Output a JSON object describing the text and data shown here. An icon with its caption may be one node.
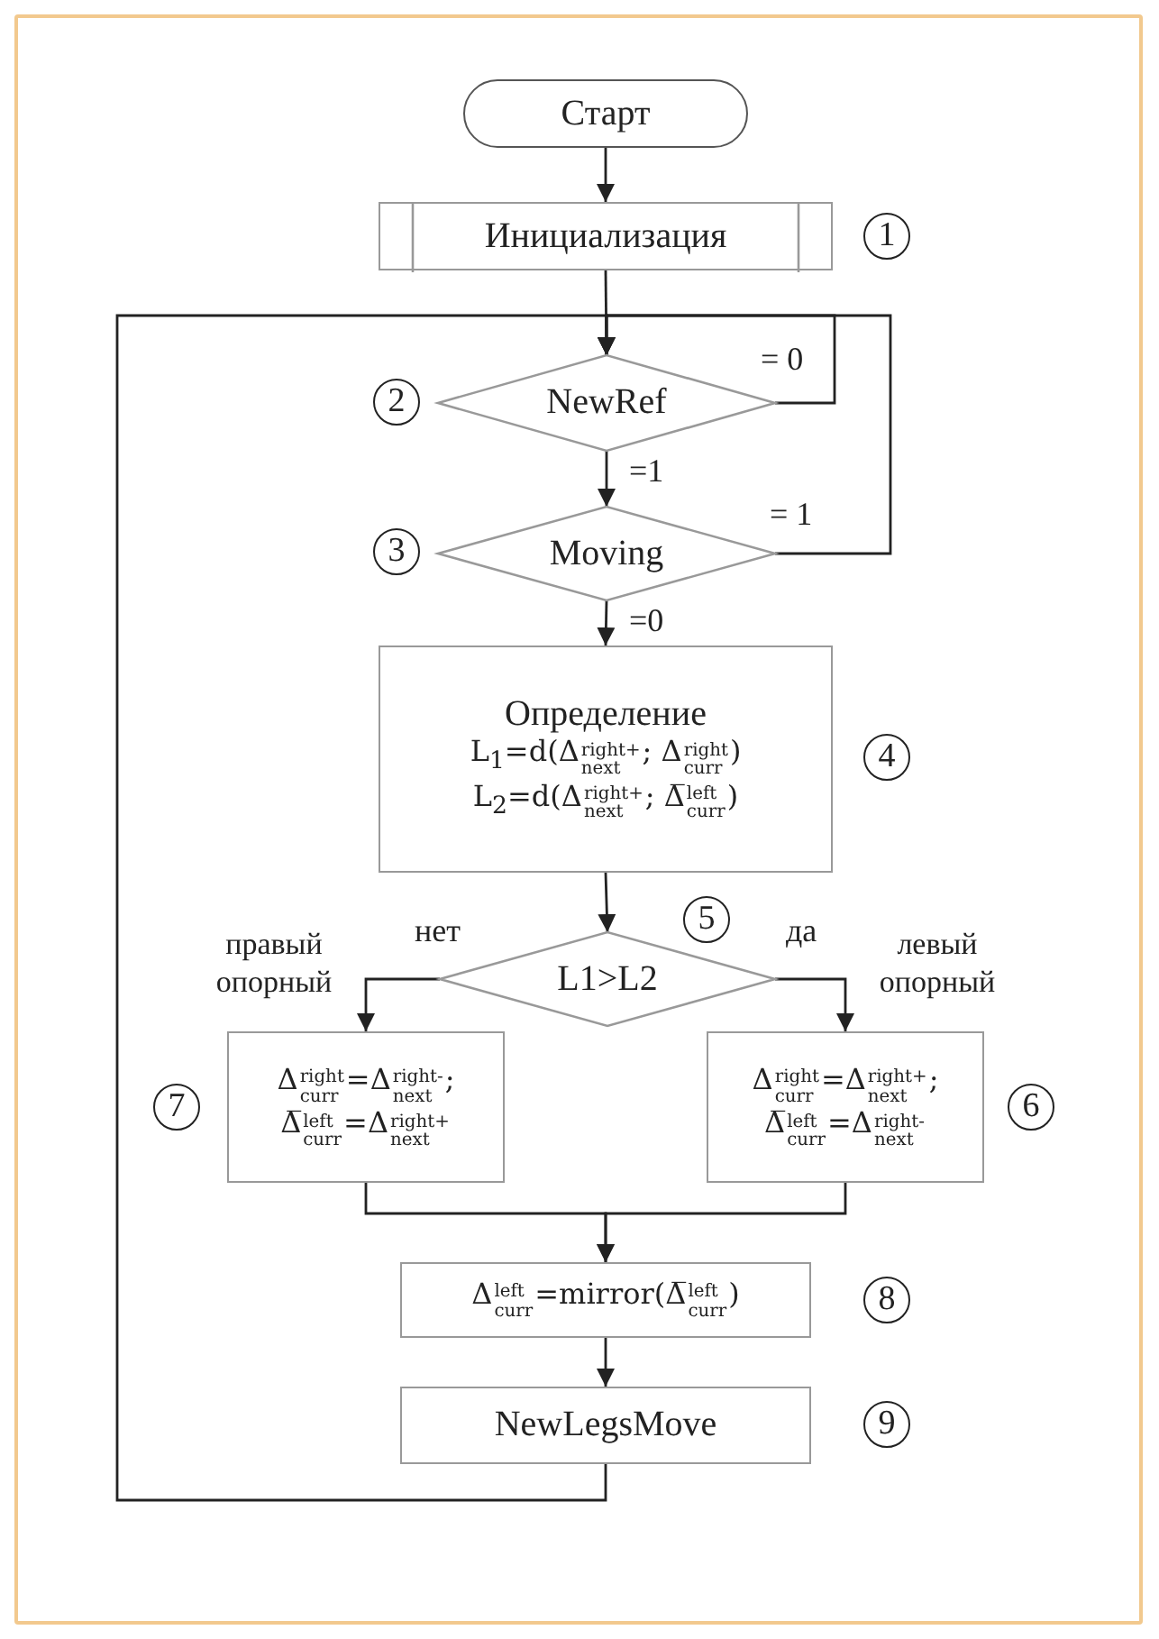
{
  "diagram": {
    "nodes": [
      {
        "text": [
          "Старт"
        ]
      },
      {
        "text": [
          "Инициализация"
        ],
        "beside": [
          "1"
        ]
      },
      {
        "text": [
          "NewRef"
        ],
        "beside": [
          "2"
        ]
      },
      {
        "text": [
          "Moving"
        ],
        "beside": [
          "3"
        ]
      },
      {
        "text": [
          "Определение",
          "L$_{1}$=d(Δ$^{right+}$$_{next}$; Δ$^{right}$$_{curr}$)",
          "L$_{2}$=d(Δ$^{right+}$$_{next}$; Δ̅$^{left}$$_{curr}$)"
        ],
        "beside": [
          "4"
        ]
      },
      {
        "text": [
          "L1>L2"
        ],
        "beside": [
          "5"
        ]
      },
      {
        "text": [
          "Δ$^{right}$$_{curr}$=Δ$^{right-}$$_{next}$;",
          "Δ̅$^{left}$$_{curr}$=Δ$^{right+}$$_{next}$"
        ],
        "beside": [
          "7"
        ]
      },
      {
        "text": [
          "Δ$^{right}$$_{curr}$=Δ$^{right+}$$_{next}$;",
          "Δ̅$^{left}$$_{curr}$=Δ$^{right-}$$_{next}$"
        ],
        "beside": [
          "6"
        ]
      },
      {
        "text": [
          "Δ$^{left}$$_{curr}$=mirror(Δ̅$^{left}$$_{curr}$)"
        ],
        "beside": [
          "8"
        ]
      },
      {
        "text": [
          "NewLegsMove"
        ],
        "beside": [
          "9"
        ]
      }
    ],
    "edges": [
      {
        "from": 0,
        "to": 1,
        "arrow": "to"
      },
      {
        "from": 1,
        "to": 2,
        "arrow": "to"
      },
      {
        "from": 2,
        "to": 2,
        "arrow": "to",
        "label": "= 0"
      },
      {
        "from": 2,
        "to": 3,
        "arrow": "to",
        "label": "=1"
      },
      {
        "from": 3,
        "to": 2,
        "arrow": "to",
        "label": "= 1"
      },
      {
        "from": 3,
        "to": 4,
        "arrow": "to",
        "label": "=0"
      },
      {
        "from": 4,
        "to": 5,
        "arrow": "to"
      },
      {
        "from": 5,
        "to": 6,
        "arrow": "to",
        "label": "нет"
      },
      {
        "from": 5,
        "to": 7,
        "arrow": "to",
        "label": "да"
      },
      {
        "from": 6,
        "to": 8,
        "arrow": "to"
      },
      {
        "from": 7,
        "to": 8,
        "arrow": "to"
      },
      {
        "from": 8,
        "to": 9,
        "arrow": "to"
      },
      {
        "from": 9,
        "to": 2,
        "arrow": "to"
      }
    ],
    "labels": [
      "правый опорный",
      "левый опорный"
    ]
  }
}
